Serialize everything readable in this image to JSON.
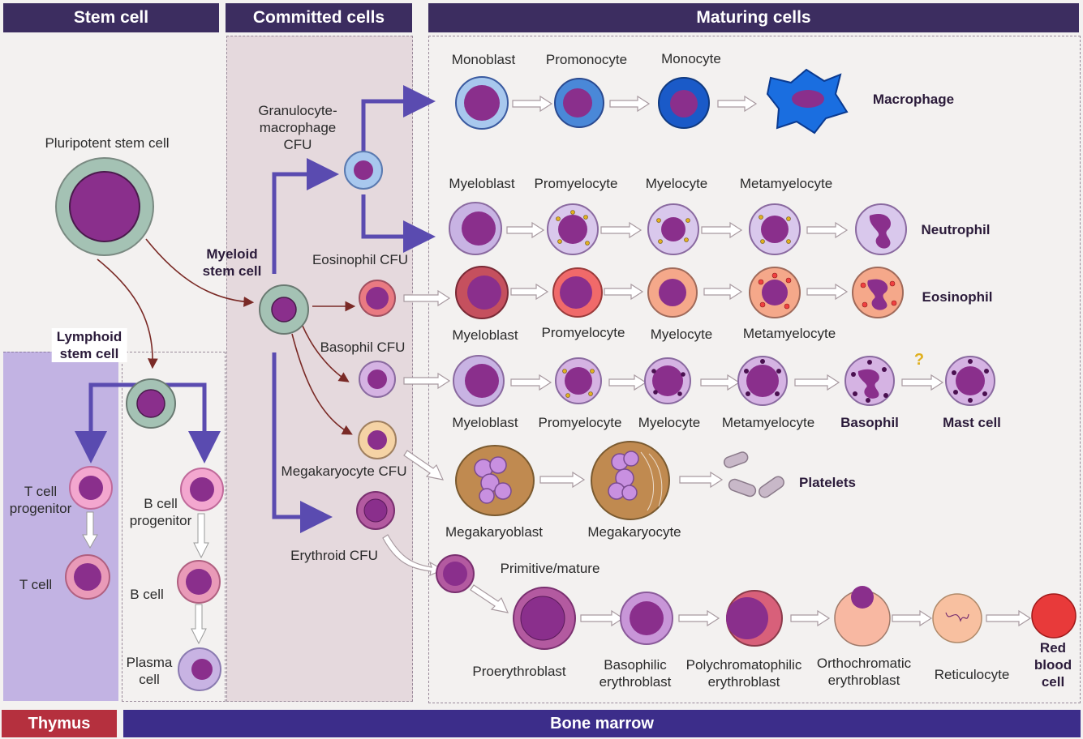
{
  "headers": {
    "stem_cell": "Stem cell",
    "committed_cells": "Committed cells",
    "maturing_cells": "Maturing cells"
  },
  "footer": {
    "thymus": "Thymus",
    "bone_marrow": "Bone marrow"
  },
  "labels": {
    "pluripotent": "Pluripotent stem cell",
    "myeloid": "Myeloid\nstem cell",
    "lymphoid": "Lymphoid\nstem cell",
    "t_progenitor": "T cell\nprogenitor",
    "t_cell": "T cell",
    "b_progenitor": "B cell\nprogenitor",
    "b_cell": "B cell",
    "plasma": "Plasma\ncell",
    "gm_cfu": "Granulocyte-\nmacrophage\nCFU",
    "eos_cfu": "Eosinophil CFU",
    "baso_cfu": "Basophil CFU",
    "mega_cfu": "Megakaryocyte CFU",
    "ery_cfu": "Erythroid CFU",
    "mono_row": [
      "Monoblast",
      "Promonocyte",
      "Monocyte"
    ],
    "macrophage": "Macrophage",
    "neut_row": [
      "Myeloblast",
      "Promyelocyte",
      "Myelocyte",
      "Metamyelocyte"
    ],
    "neutrophil": "Neutrophil",
    "eos_row": [
      "Myeloblast",
      "Promyelocyte",
      "Myelocyte",
      "Metamyelocyte"
    ],
    "eosinophil": "Eosinophil",
    "baso_row": [
      "Myeloblast",
      "Promyelocyte",
      "Myelocyte",
      "Metamyelocyte"
    ],
    "basophil": "Basophil",
    "mast_cell": "Mast cell",
    "question": "?",
    "megakaryoblast": "Megakaryoblast",
    "megakaryocyte": "Megakaryocyte",
    "platelets": "Platelets",
    "primitive": "Primitive/mature",
    "proerythroblast": "Proerythroblast",
    "basophilic_ery": "Basophilic\nerythroblast",
    "polychromatophilic": "Polychromatophilic\nerythroblast",
    "orthochromatic": "Orthochromatic\nerythroblast",
    "reticulocyte": "Reticulocyte",
    "rbc": "Red\nblood\ncell"
  },
  "colors": {
    "header_bg": "#3c2d60",
    "bone_marrow_bar": "#3c2d8a",
    "thymus_bar": "#b5303e",
    "arrow_purple": "#5a4bb0",
    "arrow_brown": "#7a2a26",
    "nucleus": "#8a2f8c",
    "thymus_panel": "#c2b3e3",
    "committed_panel": "#e5d9dd"
  }
}
